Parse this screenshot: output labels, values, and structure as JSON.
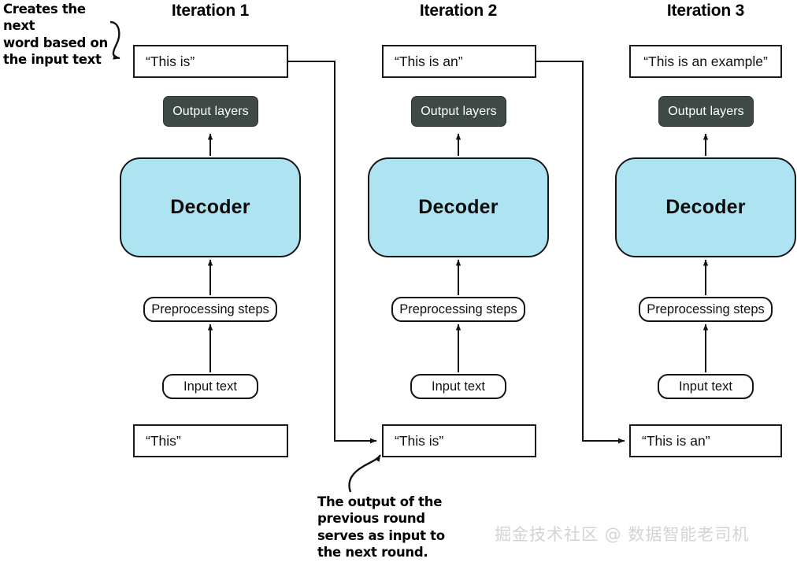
{
  "diagram": {
    "title": "Iterative decoder text generation loop",
    "columns": [
      {
        "id": "iteration-1",
        "heading": "Iteration 1",
        "output_text": "“This is”",
        "output_layers": "Output layers",
        "decoder": "Decoder",
        "preprocessing": "Preprocessing steps",
        "input_label": "Input text",
        "input_text": "“This”"
      },
      {
        "id": "iteration-2",
        "heading": "Iteration 2",
        "output_text": "“This is an”",
        "output_layers": "Output layers",
        "decoder": "Decoder",
        "preprocessing": "Preprocessing steps",
        "input_label": "Input text",
        "input_text": "“This is”"
      },
      {
        "id": "iteration-3",
        "heading": "Iteration 3",
        "output_text": "“This is an example”",
        "output_layers": "Output layers",
        "decoder": "Decoder",
        "preprocessing": "Preprocessing steps",
        "input_label": "Input text",
        "input_text": "“This is an”"
      }
    ],
    "annotations": {
      "top_left": "Creates the next\nword based on\nthe input text",
      "bottom": "The output of the\nprevious round\nserves as input to\nthe next round."
    },
    "watermark": "掘金技术社区 @ 数据智能老司机",
    "colors": {
      "decoder_fill": "#aee3f1",
      "output_layers_fill": "#3f4a47",
      "stroke": "#111111",
      "background": "#ffffff",
      "watermark": "#d3d3d3"
    }
  }
}
